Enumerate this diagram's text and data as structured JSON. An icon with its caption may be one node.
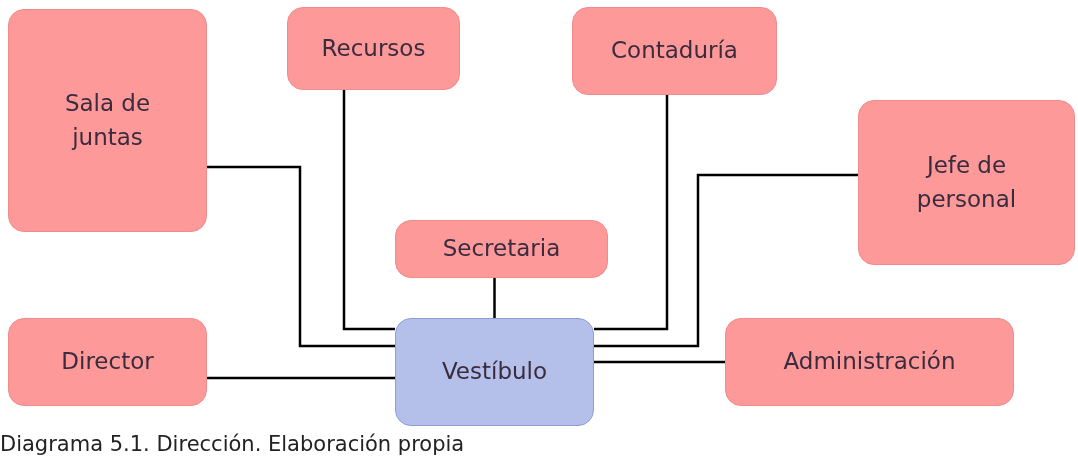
{
  "diagram": {
    "caption": "Diagrama 5.1. Dirección. Elaboración propia",
    "nodes": [
      {
        "text": [
          "Sala de juntas"
        ]
      },
      {
        "text": [
          "Recursos"
        ]
      },
      {
        "text": [
          "Contaduría"
        ]
      },
      {
        "text": [
          "Jefe de personal"
        ]
      },
      {
        "text": [
          "Secretaria"
        ]
      },
      {
        "text": [
          "Director"
        ]
      },
      {
        "text": [
          "Vestíbulo"
        ]
      },
      {
        "text": [
          "Administración"
        ]
      }
    ],
    "edges": [
      {
        "from": 0,
        "to": 6,
        "arrow": "none"
      },
      {
        "from": 1,
        "to": 6,
        "arrow": "none"
      },
      {
        "from": 4,
        "to": 6,
        "arrow": "none"
      },
      {
        "from": 2,
        "to": 6,
        "arrow": "none"
      },
      {
        "from": 3,
        "to": 6,
        "arrow": "none"
      },
      {
        "from": 5,
        "to": 6,
        "arrow": "none"
      },
      {
        "from": 7,
        "to": 6,
        "arrow": "none"
      }
    ]
  }
}
